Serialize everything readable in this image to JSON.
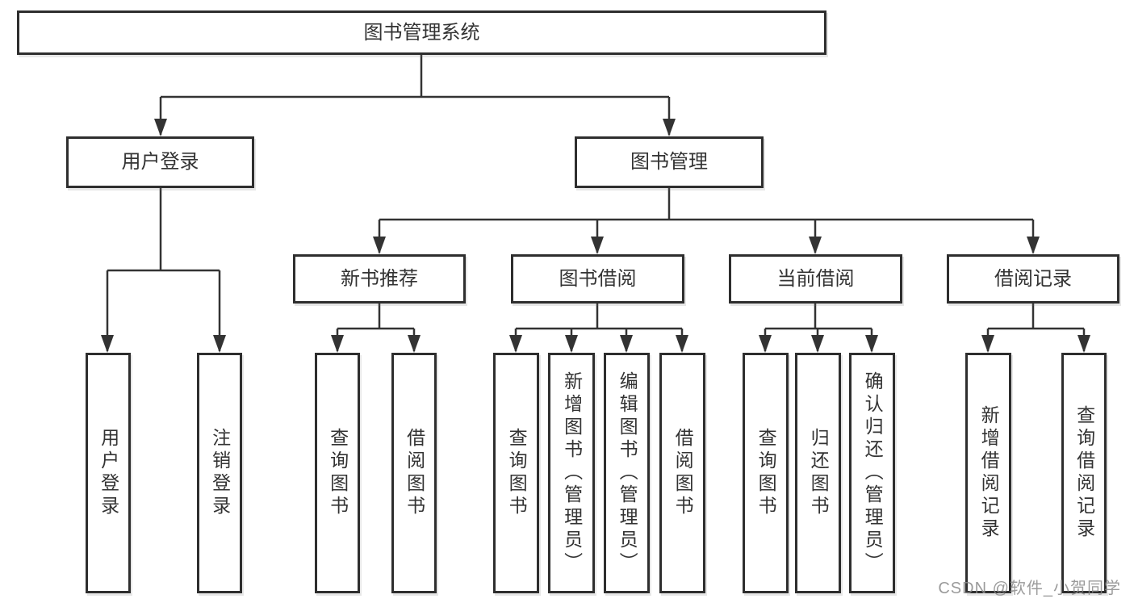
{
  "watermark": {
    "text": "CSDN @软件_小贺同学",
    "color": "#8a8a8a"
  },
  "colors": {
    "line": "#333333",
    "box_border": "#2e2e2e",
    "text": "#333333",
    "background": "#ffffff"
  },
  "tree": {
    "root": {
      "label": "图书管理系统"
    },
    "children": [
      {
        "label": "用户登录",
        "children": [
          {
            "label": "用户登录"
          },
          {
            "label": "注销登录"
          }
        ]
      },
      {
        "label": "图书管理",
        "children": [
          {
            "label": "新书推荐",
            "children": [
              {
                "label": "查询图书"
              },
              {
                "label": "借阅图书"
              }
            ]
          },
          {
            "label": "图书借阅",
            "children": [
              {
                "label": "查询图书"
              },
              {
                "label": "新增图书（管理员）"
              },
              {
                "label": "编辑图书（管理员）"
              },
              {
                "label": "借阅图书"
              }
            ]
          },
          {
            "label": "当前借阅",
            "children": [
              {
                "label": "查询图书"
              },
              {
                "label": "归还图书"
              },
              {
                "label": "确认归还（管理员）"
              }
            ]
          },
          {
            "label": "借阅记录",
            "children": [
              {
                "label": "新增借阅记录"
              },
              {
                "label": "查询借阅记录"
              }
            ]
          }
        ]
      }
    ]
  }
}
